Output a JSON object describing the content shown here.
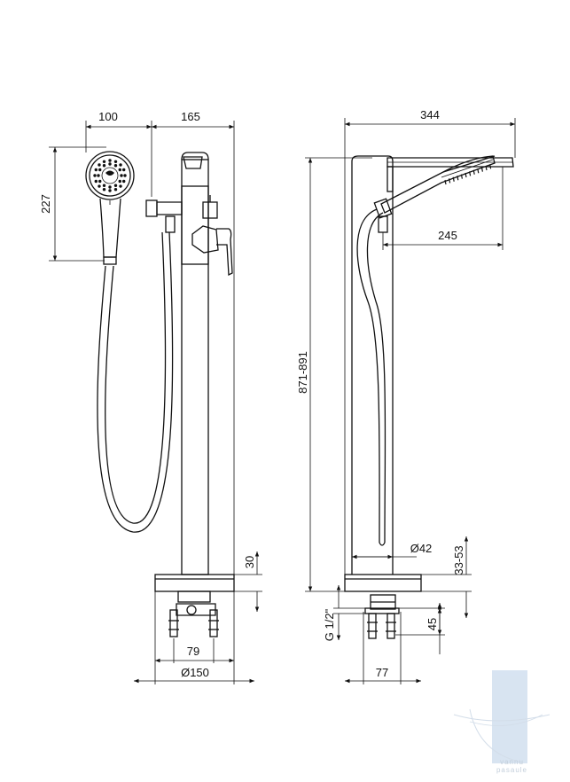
{
  "dimensions": {
    "handshower_width": "100",
    "spout_offset_left": "165",
    "overall_reach": "344",
    "handshower_height": "227",
    "total_height": "871-891",
    "spout_reach": "245",
    "pipe_diameter": "Ø42",
    "base_height": "30",
    "floor_adjust": "33-53",
    "thread": "G 1/2\"",
    "depth_45": "45",
    "bracket_width": "79",
    "base_diameter": "Ø150",
    "bracket_depth": "77"
  },
  "watermark": {
    "line1": "vannu",
    "line2": "pasaule"
  }
}
